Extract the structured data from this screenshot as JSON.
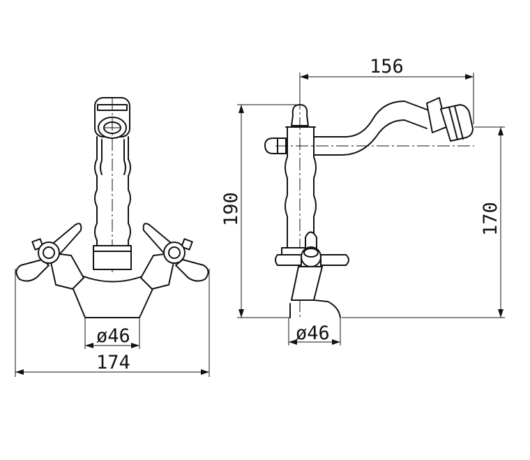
{
  "dimensions": {
    "front_base_diameter": "ø46",
    "front_total_width": "174",
    "side_spout_reach": "156",
    "side_total_height": "190",
    "side_spout_height": "170",
    "side_base_diameter": "ø46"
  }
}
